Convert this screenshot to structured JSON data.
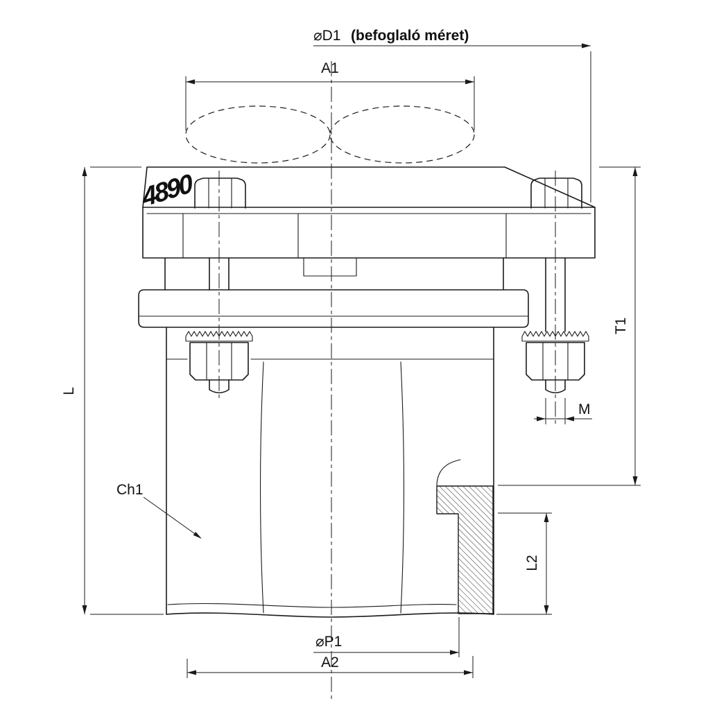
{
  "drawing": {
    "colors": {
      "background": "#ffffff",
      "line": "#1a1a1a",
      "text": "#111111"
    },
    "labels": {
      "d1_symbol": "⌀D1",
      "d1_note": "(befoglaló méret)",
      "a1": "A1",
      "length_l": "L",
      "t1": "T1",
      "thread_m": "M",
      "ch1": "Ch1",
      "l2": "L2",
      "p1": "⌀P1",
      "a2": "A2",
      "handwritten_mark": "4890"
    }
  }
}
